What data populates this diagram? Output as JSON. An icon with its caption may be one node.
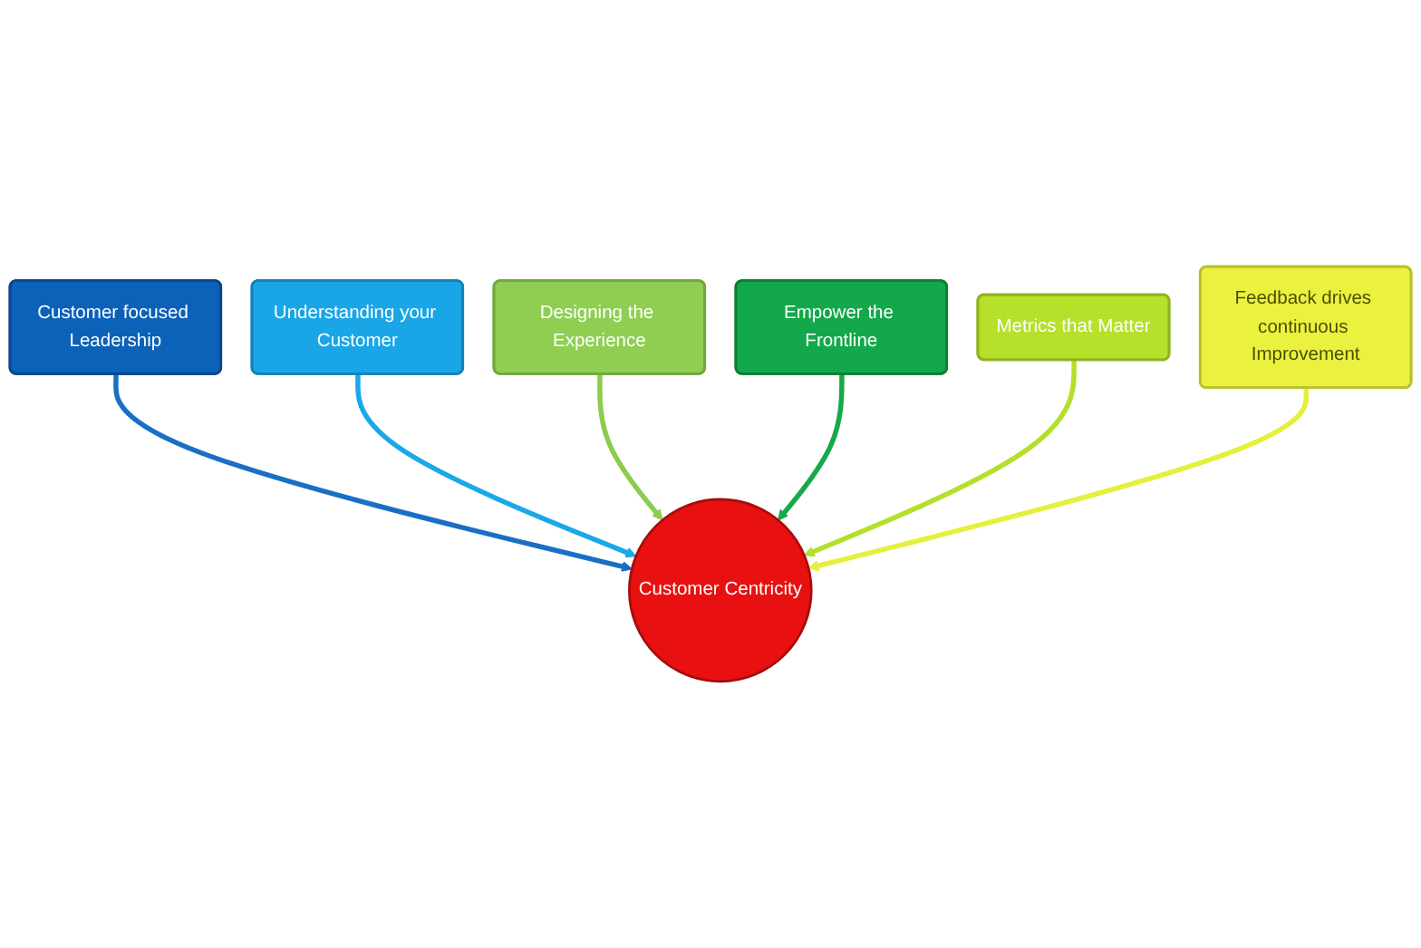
{
  "diagram": {
    "nodes": [
      {
        "text": [
          "Customer focused Leadership"
        ]
      },
      {
        "text": [
          "Understanding your Customer"
        ]
      },
      {
        "text": [
          "Designing the Experience"
        ]
      },
      {
        "text": [
          "Empower the Frontline"
        ]
      },
      {
        "text": [
          "Metrics that Matter"
        ]
      },
      {
        "text": [
          "Feedback drives continuous Improvement"
        ]
      },
      {
        "text": [
          "Customer Centricity"
        ]
      }
    ],
    "edges": [
      {
        "from": 0,
        "to": 6,
        "arrow": "to",
        "color": "#1a6fc4"
      },
      {
        "from": 1,
        "to": 6,
        "arrow": "to",
        "color": "#1ba8e8"
      },
      {
        "from": 2,
        "to": 6,
        "arrow": "to",
        "color": "#8ccc4e"
      },
      {
        "from": 3,
        "to": 6,
        "arrow": "to",
        "color": "#17a84a"
      },
      {
        "from": 4,
        "to": 6,
        "arrow": "to",
        "color": "#b4df2a"
      },
      {
        "from": 5,
        "to": 6,
        "arrow": "to",
        "color": "#e6ef3c"
      }
    ]
  }
}
